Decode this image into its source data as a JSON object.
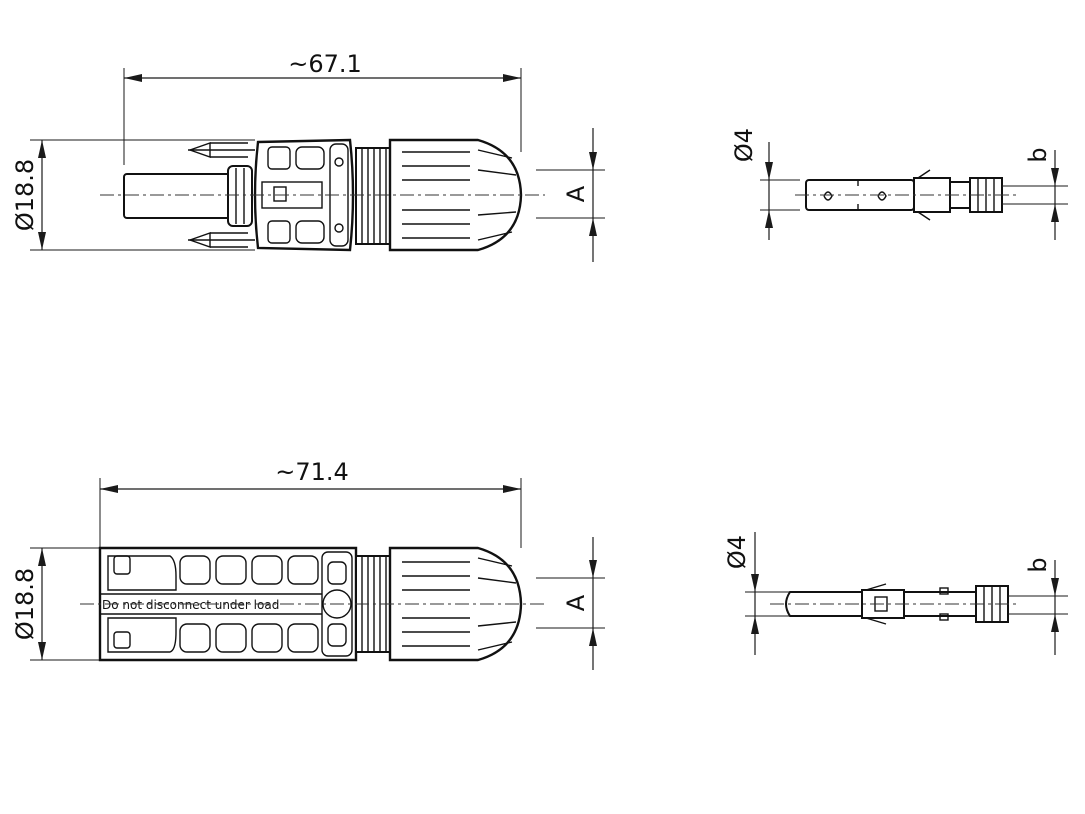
{
  "dimensions": {
    "top_length": "~67.1",
    "top_diameter": "Ø18.8",
    "top_a": "A",
    "bottom_length": "~71.4",
    "bottom_diameter": "Ø18.8",
    "bottom_a": "A",
    "contact_top_diameter": "Ø4",
    "contact_top_b": "b",
    "contact_bottom_diameter": "Ø4",
    "contact_bottom_b": "b"
  },
  "labels": {
    "warning_text": "Do not disconnect under load"
  }
}
